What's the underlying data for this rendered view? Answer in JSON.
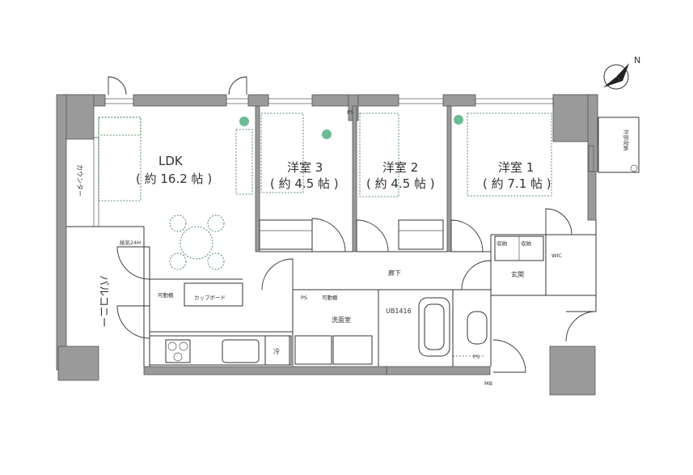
{
  "rooms": {
    "ldk_name": "LDK",
    "ldk_size": "( 約 16.2 帖 )",
    "room3_name": "洋室 3",
    "room3_size": "( 約 4.5 帖 )",
    "room2_name": "洋室 2",
    "room2_size": "( 約 4.5 帖 )",
    "room1_name": "洋室 1",
    "room1_size": "( 約 7.1 帖 )"
  },
  "labels": {
    "counter": "カウンター",
    "balcony": "バルコニー",
    "vent": "給気24H",
    "movable_shelf": "可動棚",
    "cupboard": "カップボード",
    "ps1": "PS",
    "ps2": "PS",
    "ps3": "PS",
    "hallway": "廊下",
    "washroom": "洗面室",
    "bath": "UB1416",
    "entrance": "玄関",
    "wic": "WIC",
    "storage1": "収納",
    "storage2": "収納",
    "fridge": "冷",
    "mb": "MB",
    "outdoor_storage": "外部収納",
    "movable_shelf2": "可動棚"
  },
  "compass": {
    "symbol": "N",
    "icon": "north-arrow-icon"
  },
  "colors": {
    "wall": "#9a9a9a",
    "furniture": "#2f6b3d",
    "plant": "#6dbb96"
  }
}
